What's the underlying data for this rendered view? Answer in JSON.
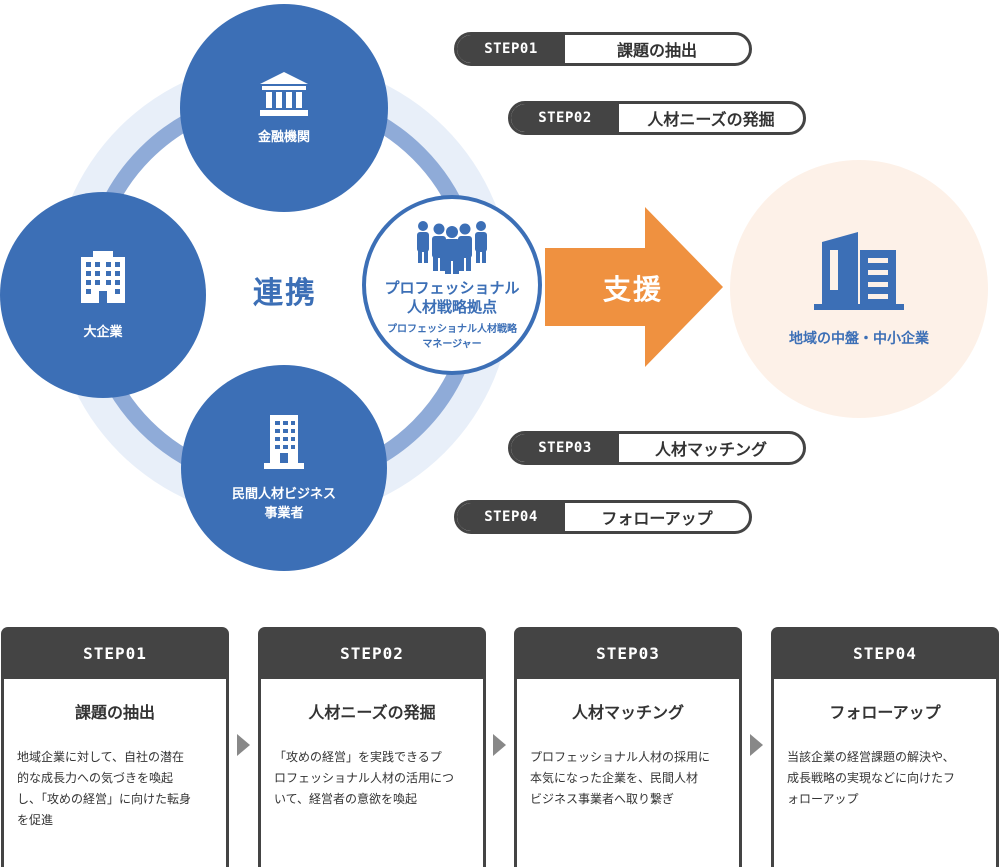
{
  "diagram": {
    "circles": {
      "financial": "金融機関",
      "large_company": "大企業",
      "private_hr": [
        "民間人材ビジネス",
        "事業者"
      ]
    },
    "renkei": "連携",
    "hub": {
      "title": [
        "プロフェッショナル",
        "人材戦略拠点"
      ],
      "subtitle": [
        "プロフェッショナル人材戦略",
        "マネージャー"
      ]
    },
    "arrow_label": "支援",
    "target_label": "地域の中盤・中小企業"
  },
  "steps": [
    {
      "tag": "STEP01",
      "label": "課題の抽出"
    },
    {
      "tag": "STEP02",
      "label": "人材ニーズの発掘"
    },
    {
      "tag": "STEP03",
      "label": "人材マッチング"
    },
    {
      "tag": "STEP04",
      "label": "フォローアップ"
    }
  ],
  "cards": [
    {
      "tag": "STEP01",
      "title": "課題の抽出",
      "desc": [
        "地域企業に対して、自社の潜在",
        "的な成長力への気づきを喚起",
        "し、「攻めの経営」に向けた転身",
        "を促進"
      ]
    },
    {
      "tag": "STEP02",
      "title": "人材ニーズの発掘",
      "desc": [
        "「攻めの経営」を実践できるプ",
        "ロフェッショナル人材の活用につ",
        "いて、経営者の意欲を喚起"
      ]
    },
    {
      "tag": "STEP03",
      "title": "人材マッチング",
      "desc": [
        "プロフェッショナル人材の採用に",
        "本気になった企業を、民間人材",
        "ビジネス事業者へ取り繋ぎ"
      ]
    },
    {
      "tag": "STEP04",
      "title": "フォローアップ",
      "desc": [
        "当該企業の経営課題の解決や、",
        "成長戦略の実現などに向けたフ",
        "ォローアップ"
      ]
    }
  ],
  "colors": {
    "blue": "#3c6fb6",
    "ring": "#8fabd8",
    "halo": "#e8eff9",
    "orange": "#ef9140",
    "peach": "#fdf1e8",
    "dark": "#444444"
  },
  "icons": [
    "bank-icon",
    "office-building-icon",
    "tower-building-icon",
    "people-group-icon",
    "company-building-icon",
    "right-arrow-icon"
  ]
}
